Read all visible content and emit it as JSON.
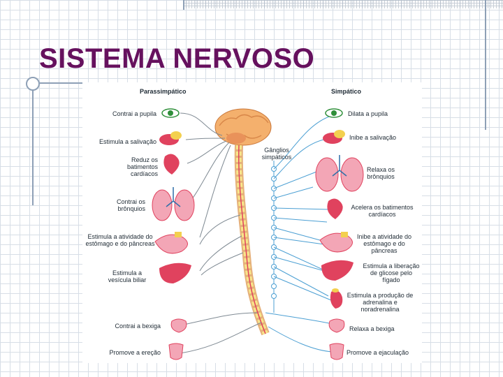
{
  "title": "SISTEMA NERVOSO",
  "diagram": {
    "parasympathetic_header": "Parassimpático",
    "sympathetic_header": "Simpático",
    "ganglia_label": "Gânglios simpáticos",
    "left_labels": [
      "Contrai a pupila",
      "Estimula a salivação",
      "Reduz os batimentos cardíacos",
      "Contrai os brônquios",
      "Estimula a atividade do estômago e do pâncreas",
      "Estimula a vesícula biliar",
      "Contrai a bexiga",
      "Promove a ereção"
    ],
    "right_labels": [
      "Dilata a pupila",
      "Inibe a salivação",
      "Relaxa os brônquios",
      "Acelera os batimentos cardíacos",
      "Inibe a atividade do estômago e do pâncreas",
      "Estimula a liberação de glicose pelo fígado",
      "Estimula a produção de adrenalina e noradrenalina",
      "Relaxa a bexiga",
      "Promove a ejaculação"
    ],
    "colors": {
      "parasympathetic_nerve": "#7f8a93",
      "sympathetic_nerve": "#4b9fd3",
      "organ_red": "#e0425e",
      "organ_pink": "#f3a6b6",
      "brain": "#f4b06d",
      "vertebra": "#f7e58a"
    }
  }
}
